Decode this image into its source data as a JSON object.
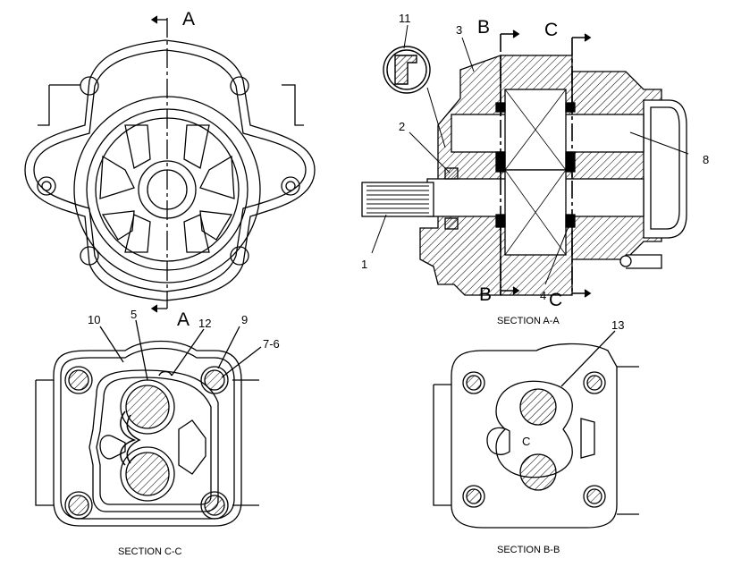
{
  "section_markers": {
    "a_top": "A",
    "a_bottom": "A",
    "b_top": "B",
    "b_bottom": "B",
    "c_top": "C",
    "c_bottom": "C"
  },
  "callouts": [
    "1",
    "2",
    "3",
    "4",
    "5",
    "7-6",
    "8",
    "9",
    "10",
    "11",
    "12",
    "13"
  ],
  "captions": {
    "section_aa": "SECTION A-A",
    "section_cc": "SECTION C-C",
    "section_bb": "SECTION B-B"
  },
  "center_letter": "C"
}
